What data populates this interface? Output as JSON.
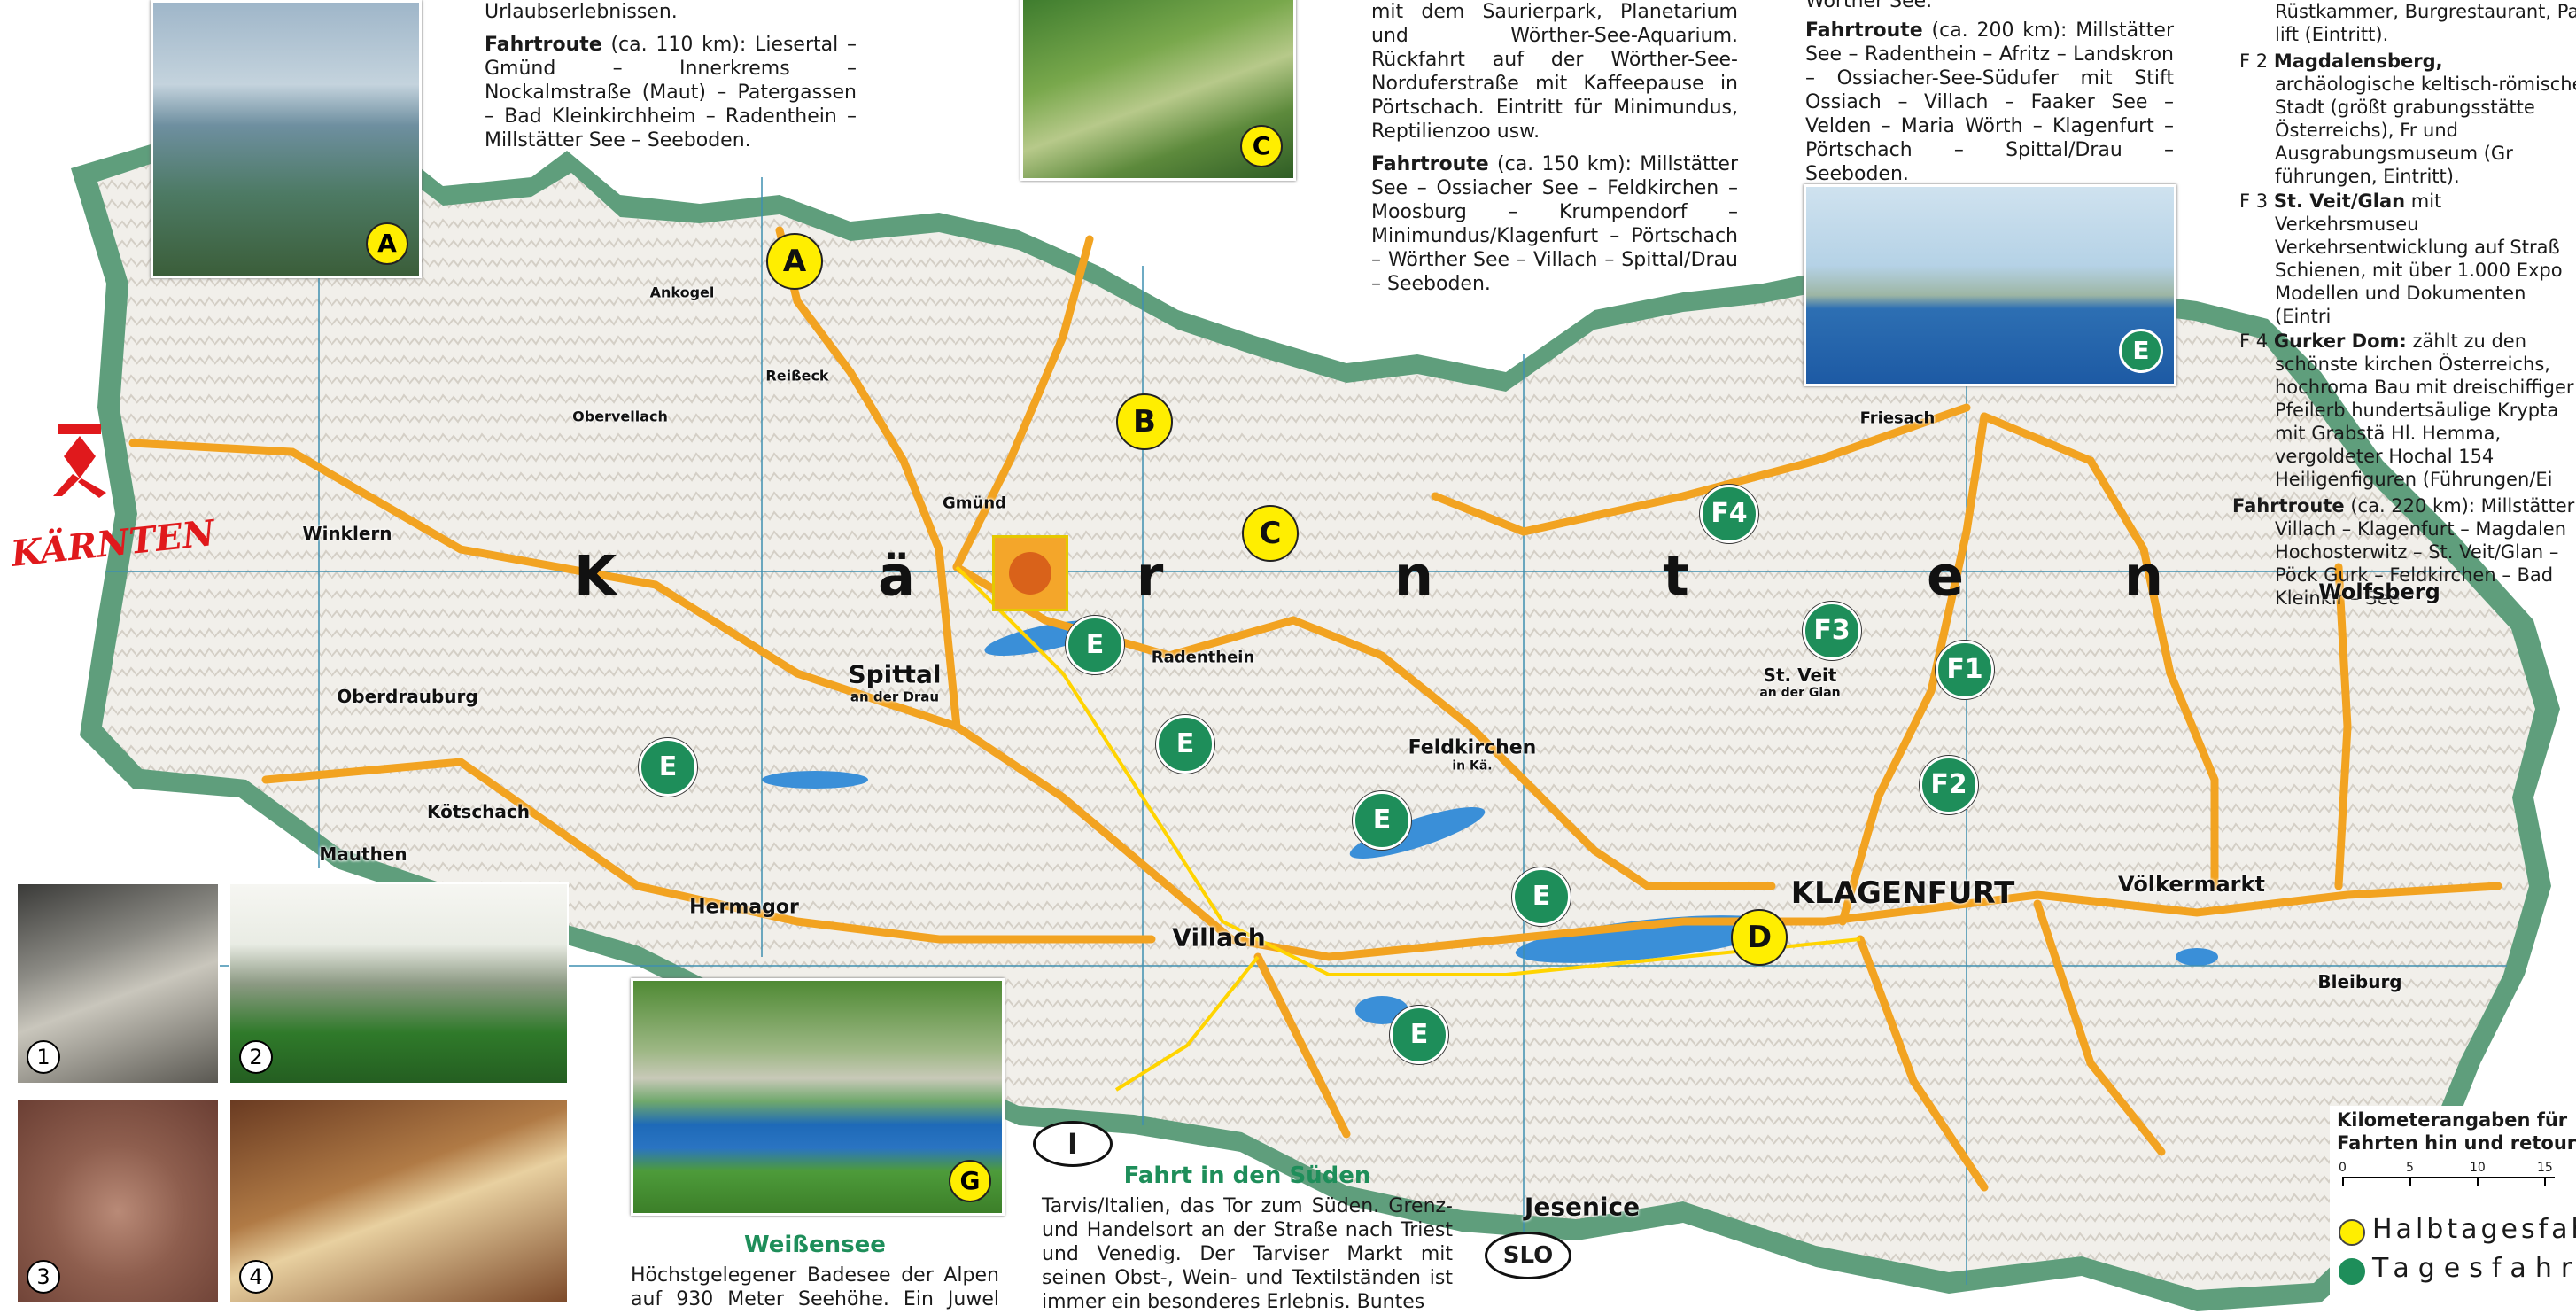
{
  "top_left_text": {
    "line0": "Urlaubserlebnissen.",
    "route_label": "Fahrtroute",
    "route_text": "(ca. 110 km): Liesertal – Gmünd – Innerkrems – Nockalmstraße (Maut) – Patergassen – Bad Kleinkirchheim – Radenthein – Millstätter See – Seeboden."
  },
  "top_mid_text": {
    "para1": "mit dem Saurierpark, Planetarium und Wörther-See-Aquarium. Rückfahrt auf der Wörther-See-Norduferstraße mit Kaffeepause in Pörtschach. Eintritt für Minimundus, Reptilienzoo usw.",
    "route_label": "Fahrtroute",
    "route_text": "(ca. 150 km): Millstätter See – Ossiacher See – Feldkirchen – Moosburg – Krumpendorf – Minimundus/Klagenfurt – Pörtschach – Wörther See – Villach – Spittal/Drau – Seeboden."
  },
  "top_right_text": {
    "line0": "Wörther See.",
    "route_label": "Fahrtroute",
    "route_text": "(ca. 200 km): Millstätter See – Radenthein – Afritz – Landskron – Ossiacher-See-Südufer mit Stift Ossiach – Villach – Faaker See – Velden – Maria Wörth – Klagenfurt – Pörtschach – Spittal/Drau – Seeboden."
  },
  "far_right_text": {
    "line_a": "Rüstkammer, Burgrestaurant, Par",
    "line_b": "lift (Eintritt).",
    "f2_code": "F 2",
    "f2_title": "Magdalensberg,",
    "f2_text": "archäologische keltisch-römische Stadt (größt grabungsstätte Österreichs), Fr und Ausgrabungsmuseum (Gr führungen, Eintritt).",
    "f3_code": "F 3",
    "f3_title": "St. Veit/Glan",
    "f3_text": "mit Verkehrsmuseu Verkehrsentwicklung auf Straß Schienen, mit über 1.000 Expo Modellen und Dokumenten (Eintri",
    "f4_code": "F 4",
    "f4_title": "Gurker Dom:",
    "f4_text": "zählt zu den schönste kirchen Österreichs, hochroma Bau mit dreischiffiger Pfeilerb hundertsäulige Krypta mit Grabstä Hl. Hemma, vergoldeter Hochal 154 Heiligenfiguren (Führungen/Ei",
    "route_label": "Fahrtroute",
    "route_text": "(ca. 220 km): Millstätter Villach – Klagenfurt – Magdalen Hochosterwitz – St. Veit/Glan – Pöck Gurk – Feldkirchen – Bad Kleinkir – See"
  },
  "logo": {
    "text": "KÄRNTEN"
  },
  "region_letters": [
    "K",
    "ä",
    "r",
    "n",
    "t",
    "e",
    "n"
  ],
  "towns": {
    "spittal": "Spittal",
    "spittal_sub": "an der Drau",
    "villach": "Villach",
    "klagenfurt": "KLAGENFURT",
    "st_veit": "St. Veit",
    "st_veit_sub": "an der Glan",
    "feldkirchen": "Feldkirchen",
    "feldkirchen_sub": "in Kä.",
    "wolfsberg": "Wolfsberg",
    "voelkermarkt": "Völkermarkt",
    "hermagor": "Hermagor",
    "jesenice": "Jesenice",
    "radenthein": "Radenthein",
    "gmuend": "Gmünd",
    "winklern": "Winklern",
    "ooerdrauburg": "Oberdrauburg",
    "mauthen": "Mauthen",
    "kochach": "Kötschach",
    "friesach": "Friesach",
    "bleiburg": "Bleiburg",
    "reisseck": "Reißeck",
    "ankogel": "Ankogel",
    "obervellach": "Obervellach"
  },
  "country_codes": {
    "italy": "I",
    "slovenia": "SLO"
  },
  "markers": [
    {
      "label": "A",
      "kind": "half"
    },
    {
      "label": "B",
      "kind": "half"
    },
    {
      "label": "C",
      "kind": "half"
    },
    {
      "label": "D",
      "kind": "half"
    },
    {
      "label": "E",
      "kind": "day"
    },
    {
      "label": "E",
      "kind": "day"
    },
    {
      "label": "E",
      "kind": "day"
    },
    {
      "label": "E",
      "kind": "day"
    },
    {
      "label": "E",
      "kind": "day"
    },
    {
      "label": "E",
      "kind": "day"
    },
    {
      "label": "F1",
      "kind": "day"
    },
    {
      "label": "F2",
      "kind": "day"
    },
    {
      "label": "F3",
      "kind": "day"
    },
    {
      "label": "F4",
      "kind": "day"
    }
  ],
  "photo_badges": {
    "a": "A",
    "c": "C",
    "e": "E",
    "g": "G",
    "n1": "1",
    "n2": "2",
    "n3": "3",
    "n4": "4"
  },
  "weissensee": {
    "title": "Weißensee",
    "text": "Höchstgelegener Badesee der Alpen auf 930 Meter Seehöhe. Ein Juwel inmitten"
  },
  "sueden": {
    "title": "Fahrt in den Süden",
    "text": "Tarvis/Italien, das Tor zum Süden. Grenz- und Handelsort an der Straße nach Triest und Venedig. Der Tarviser Markt mit seinen Obst-, Wein- und Textilständen ist immer ein besonderes Erlebnis. Buntes"
  },
  "legend": {
    "scale_title1": "Kilometerangaben für",
    "scale_title2": "Fahrten hin und retour",
    "ticks": [
      "0",
      "5",
      "10",
      "15"
    ],
    "half_day": "Halbtagesfahrte",
    "full_day": "Tagesfahrte",
    "half_color": "#ffee00",
    "day_color": "#1e8e5a"
  },
  "colors": {
    "road": "#f2a321",
    "border": "#4f8f6b",
    "lake": "#3a8fd8",
    "land": "#f3f1ec"
  }
}
